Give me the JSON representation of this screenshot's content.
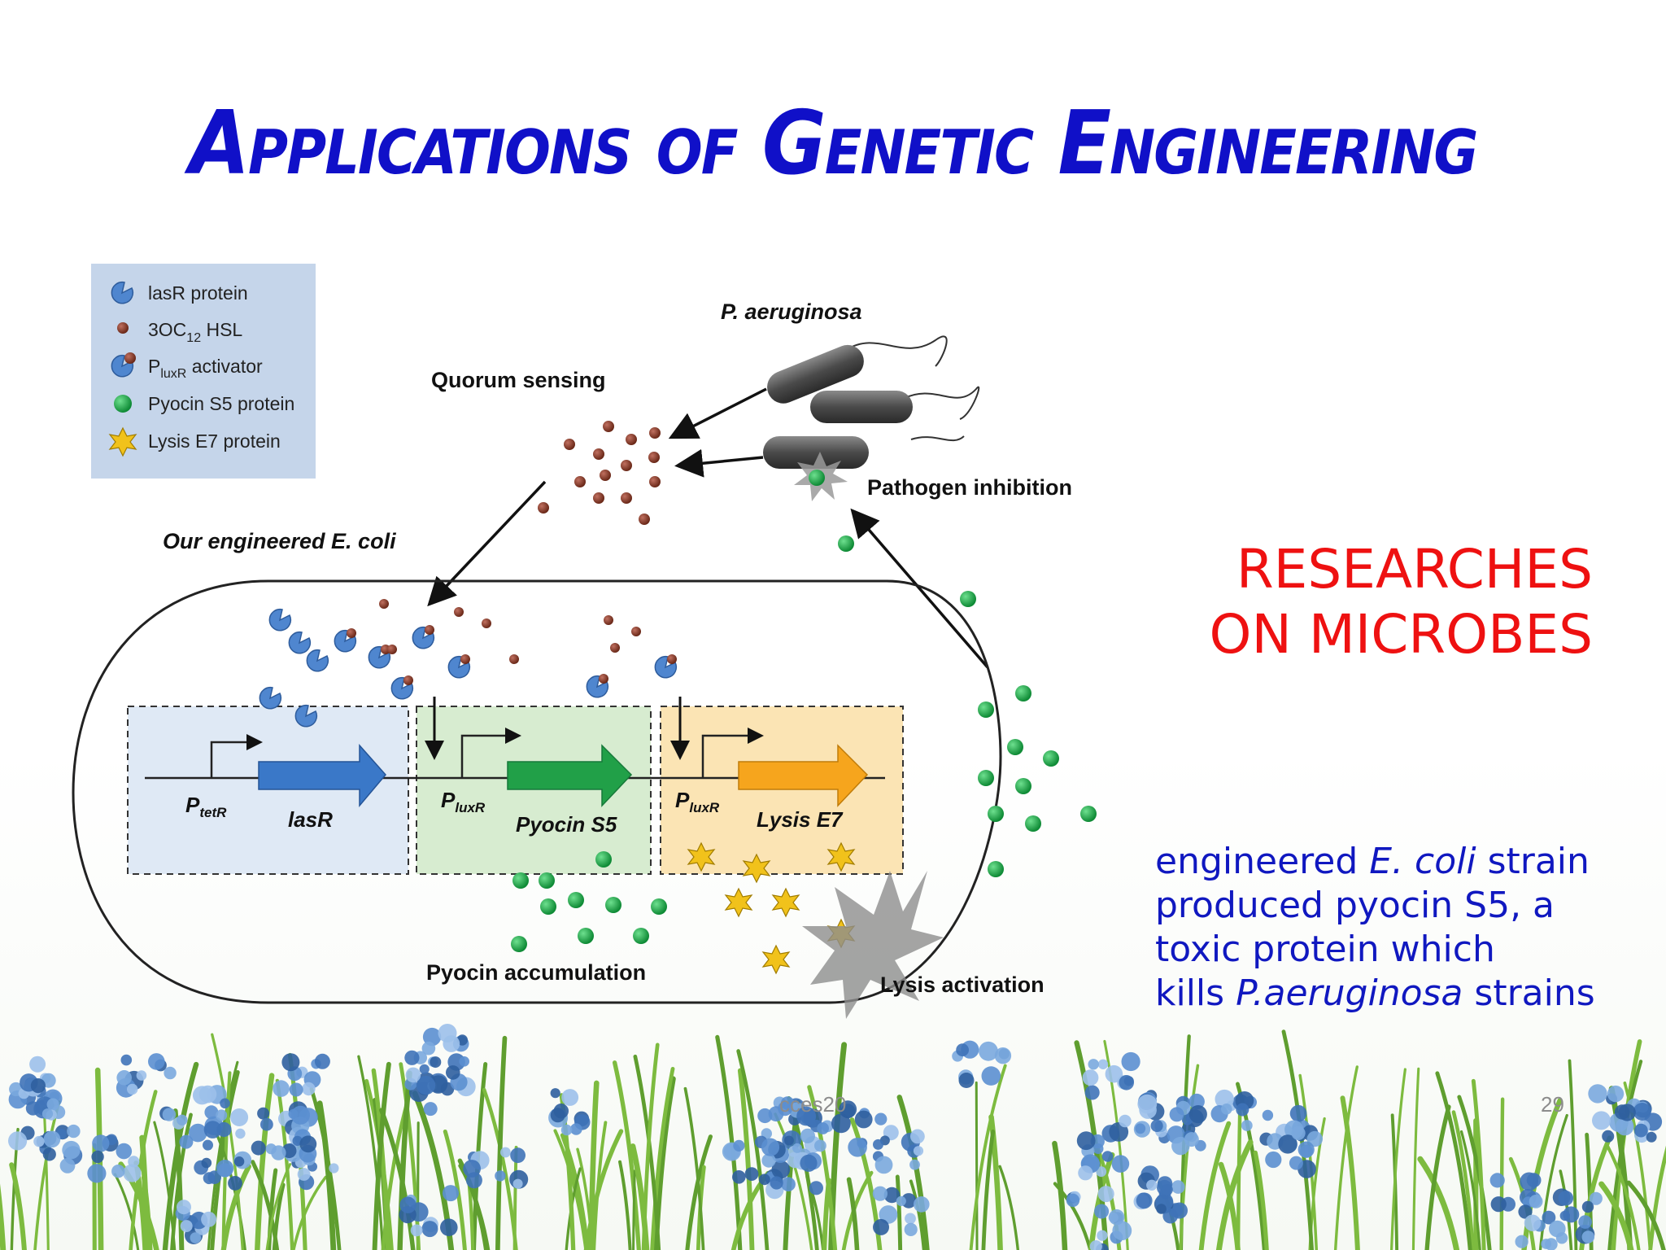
{
  "slide": {
    "title": "Applications of Genetic Engineering",
    "heading_line1": "RESEARCHES",
    "heading_line2": "ON MICROBES",
    "description": {
      "p1": "engineered ",
      "p2": "E. coli",
      "p3": " strain",
      "line2": "produced pyocin S5, a",
      "line3": "toxic protein which",
      "p4": "kills ",
      "p5": "P.aeruginosa",
      "p6": " strains"
    },
    "footer_left": "cces20",
    "footer_right": "29"
  },
  "diagram": {
    "legend": {
      "lasr_protein": "lasR protein",
      "hsl_prefix": "3OC",
      "hsl_sub": "12",
      "hsl_suffix": " HSL",
      "activator_prefix": "P",
      "activator_sub": "luxR",
      "activator_suffix": " activator",
      "pyocin": "Pyocin S5 protein",
      "lysis": "Lysis E7 protein"
    },
    "labels": {
      "p_aeruginosa": "P. aeruginosa",
      "quorum_sensing": "Quorum sensing",
      "pathogen_inhibition": "Pathogen inhibition",
      "engineered_ecoli": "Our engineered E. coli",
      "pyocin_accumulation": "Pyocin accumulation",
      "lysis_activation": "Lysis activation"
    },
    "genes": {
      "promoter1": "P",
      "promoter1_sub": "tetR",
      "gene1": "lasR",
      "promoter2": "P",
      "promoter2_sub": "luxR",
      "gene2": "Pyocin S5",
      "promoter3": "P",
      "promoter3_sub": "luxR",
      "gene3": "Lysis E7"
    },
    "colors": {
      "title": "#1010c8",
      "heading": "#ee1111",
      "description": "#1018c0",
      "lasr_box": "#dfe9f5",
      "pyocin_box": "#d7ecd0",
      "lysis_box": "#fbe4b4",
      "lasr_arrow": "#3a78c8",
      "pyocin_arrow": "#21a048",
      "lysis_arrow": "#f6a51d",
      "hsl": "#8c3a2a",
      "pyocin_dot": "#17a844",
      "legend_bg": "#c5d5ea"
    }
  }
}
